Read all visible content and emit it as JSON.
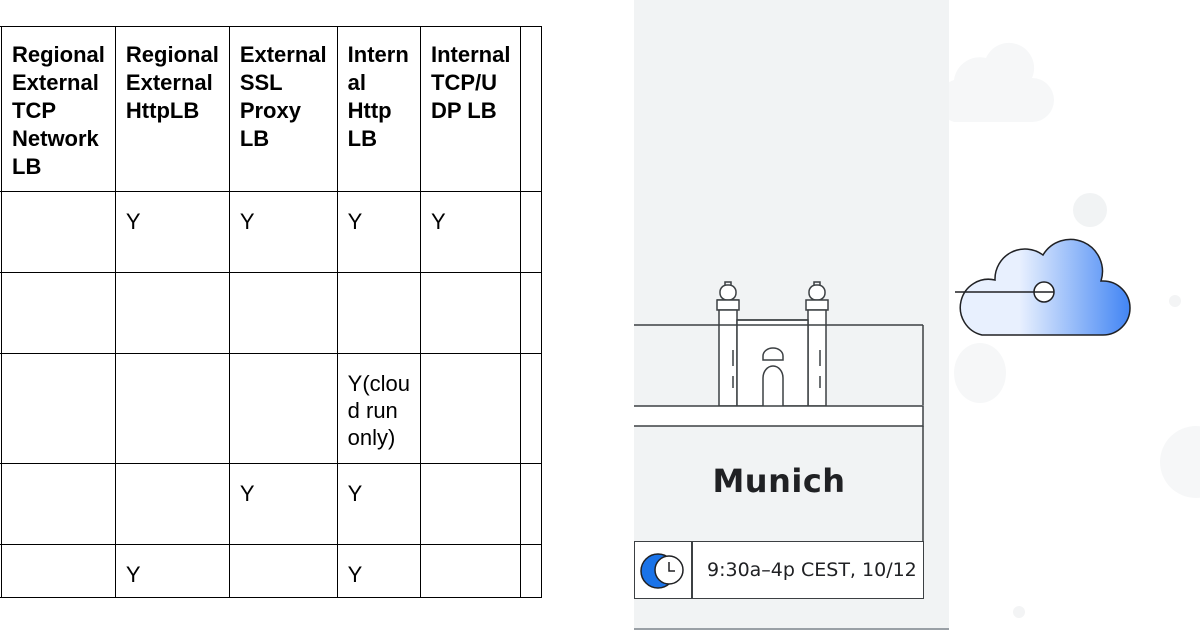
{
  "table": {
    "headers": [
      "",
      "Regional\nExternal\nTCP\nNetwork\nLB",
      "Regional\nExternal\nHttpLB",
      "External\nSSL\nProxy\nLB",
      "Intern\nal Http\nLB",
      "Internal\nTCP/U\nDP LB",
      ""
    ],
    "rows": [
      [
        "",
        "",
        "Y",
        "Y",
        "Y",
        "Y",
        ""
      ],
      [
        "",
        "",
        "",
        "",
        "",
        "",
        ""
      ],
      [
        "",
        "",
        "",
        "",
        "Y(clou\nd run\nonly)",
        "",
        ""
      ],
      [
        "",
        "",
        "",
        "Y",
        "Y",
        "",
        ""
      ],
      [
        "",
        "",
        "Y",
        "",
        "Y",
        "",
        ""
      ]
    ]
  },
  "event": {
    "city": "Munich",
    "time": "9:30a–4p CEST, 10/12",
    "icons": [
      "city-gate-building-icon",
      "moon-clock-icon"
    ]
  },
  "decor": {
    "icons": [
      "cloud-icon",
      "cloud-connector-icon"
    ],
    "colors": {
      "accent_blue": "#4285f4",
      "cloud_light": "#e8f0fe",
      "bubble_gray": "#f1f3f4"
    }
  }
}
